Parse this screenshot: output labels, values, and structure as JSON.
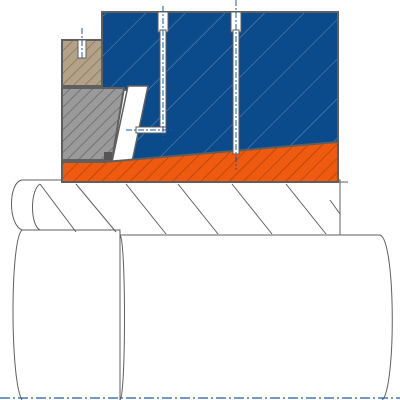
{
  "drawing": {
    "kind": "seal assembly cross-section",
    "parts": [
      {
        "id": "housing",
        "label": "",
        "color": "#0b4a8b"
      },
      {
        "id": "retaining-ring",
        "label": "",
        "color": "#b3a287"
      },
      {
        "id": "seal-element",
        "label": "",
        "color": "#9a9a9a"
      },
      {
        "id": "sleeve",
        "label": "",
        "color": "#ee5a10"
      },
      {
        "id": "shaft",
        "label": "",
        "color": "#ffffff"
      }
    ],
    "colors": {
      "outline": "#5f5f5f",
      "hatch_dark": "#6b8fb8",
      "hatch_light": "#ffffff",
      "centerline": "#1f5aa6"
    }
  }
}
